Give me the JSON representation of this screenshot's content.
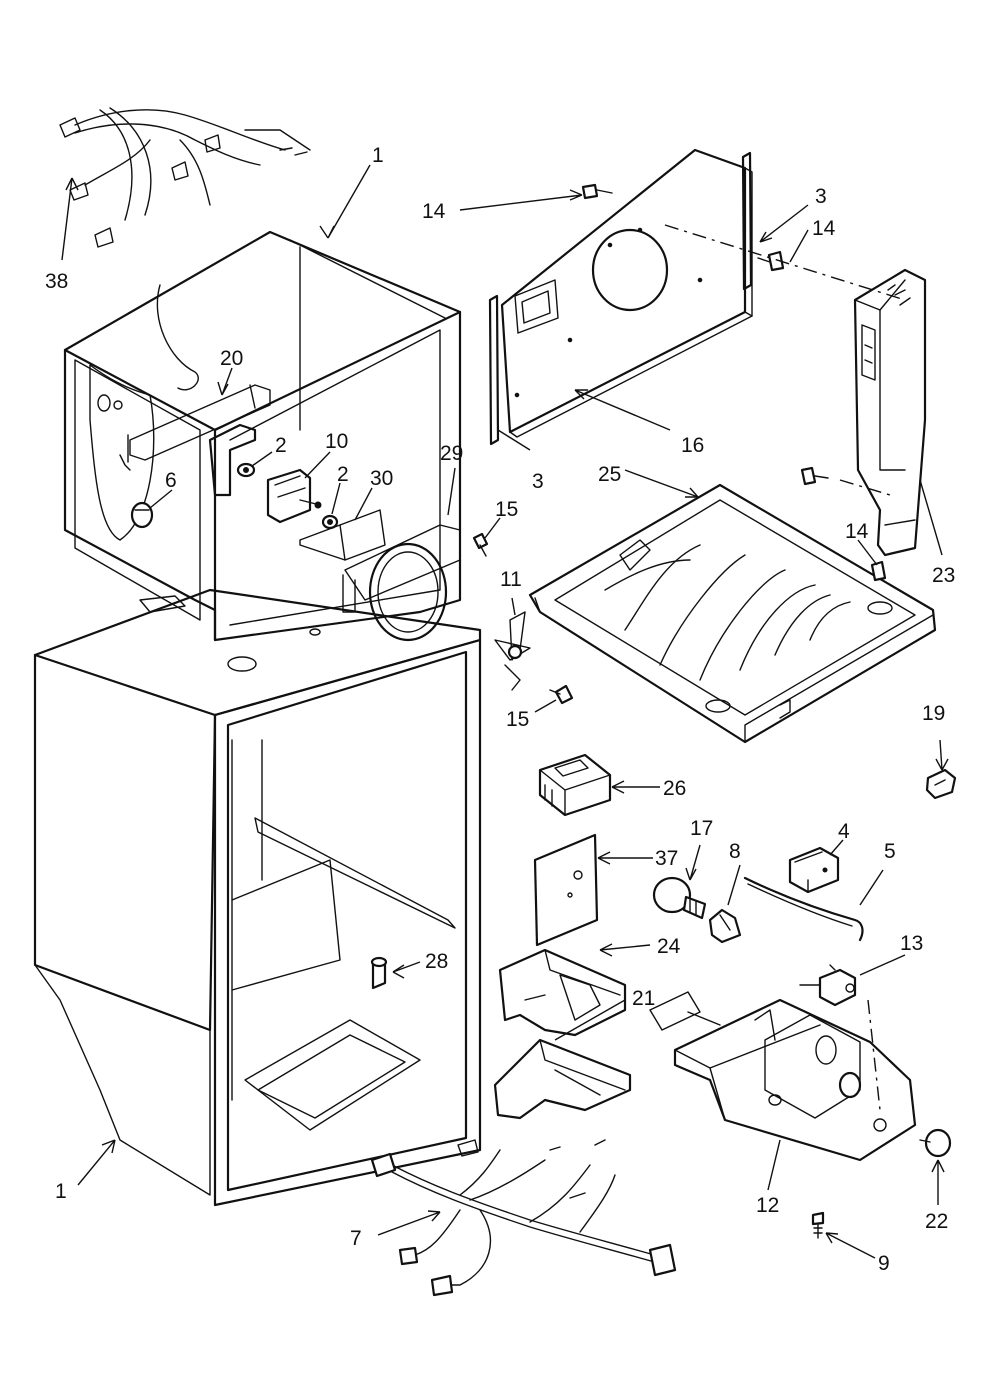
{
  "callouts": [
    {
      "id": "c-1-top",
      "text": "1"
    },
    {
      "id": "c-1-bottom",
      "text": "1"
    },
    {
      "id": "c-2-a",
      "text": "2"
    },
    {
      "id": "c-2-b",
      "text": "2"
    },
    {
      "id": "c-3-top",
      "text": "3"
    },
    {
      "id": "c-3-bottom",
      "text": "3"
    },
    {
      "id": "c-4",
      "text": "4"
    },
    {
      "id": "c-5",
      "text": "5"
    },
    {
      "id": "c-6",
      "text": "6"
    },
    {
      "id": "c-7",
      "text": "7"
    },
    {
      "id": "c-8",
      "text": "8"
    },
    {
      "id": "c-9",
      "text": "9"
    },
    {
      "id": "c-10",
      "text": "10"
    },
    {
      "id": "c-11",
      "text": "11"
    },
    {
      "id": "c-12",
      "text": "12"
    },
    {
      "id": "c-13",
      "text": "13"
    },
    {
      "id": "c-14-a",
      "text": "14"
    },
    {
      "id": "c-14-b",
      "text": "14"
    },
    {
      "id": "c-14-c",
      "text": "14"
    },
    {
      "id": "c-15-a",
      "text": "15"
    },
    {
      "id": "c-15-b",
      "text": "15"
    },
    {
      "id": "c-16",
      "text": "16"
    },
    {
      "id": "c-17",
      "text": "17"
    },
    {
      "id": "c-19",
      "text": "19"
    },
    {
      "id": "c-20",
      "text": "20"
    },
    {
      "id": "c-21",
      "text": "21"
    },
    {
      "id": "c-22",
      "text": "22"
    },
    {
      "id": "c-23",
      "text": "23"
    },
    {
      "id": "c-24",
      "text": "24"
    },
    {
      "id": "c-25",
      "text": "25"
    },
    {
      "id": "c-26",
      "text": "26"
    },
    {
      "id": "c-28",
      "text": "28"
    },
    {
      "id": "c-29",
      "text": "29"
    },
    {
      "id": "c-30",
      "text": "30"
    },
    {
      "id": "c-37",
      "text": "37"
    },
    {
      "id": "c-38",
      "text": "38"
    }
  ]
}
